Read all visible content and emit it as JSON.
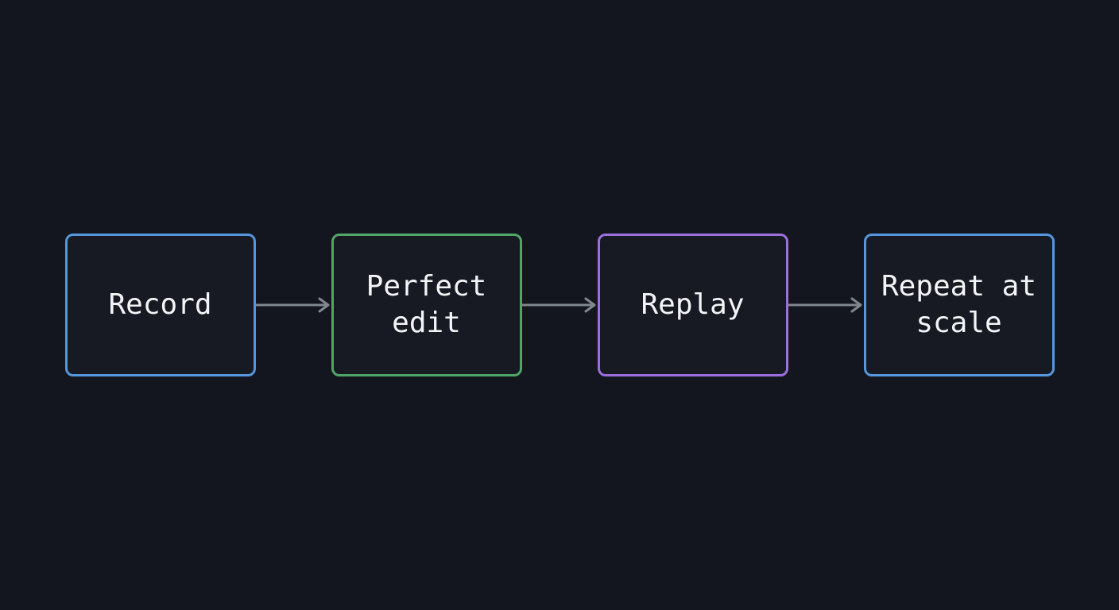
{
  "page": {
    "background": "#13161e"
  },
  "diagram": {
    "type": "flowchart",
    "direction": "left-to-right",
    "text_color": "#f3f4f6",
    "arrow_color": "#81878f",
    "nodes": [
      {
        "id": "record",
        "label": "Record",
        "border_color": "#5596dd"
      },
      {
        "id": "perfect-edit",
        "label": "Perfect edit",
        "border_color": "#51a569"
      },
      {
        "id": "replay",
        "label": "Replay",
        "border_color": "#9c6fdd"
      },
      {
        "id": "repeat-at-scale",
        "label": "Repeat at scale",
        "border_color": "#5596dd"
      }
    ],
    "edges": [
      {
        "from": "record",
        "to": "perfect-edit"
      },
      {
        "from": "perfect-edit",
        "to": "replay"
      },
      {
        "from": "replay",
        "to": "repeat-at-scale"
      }
    ]
  }
}
